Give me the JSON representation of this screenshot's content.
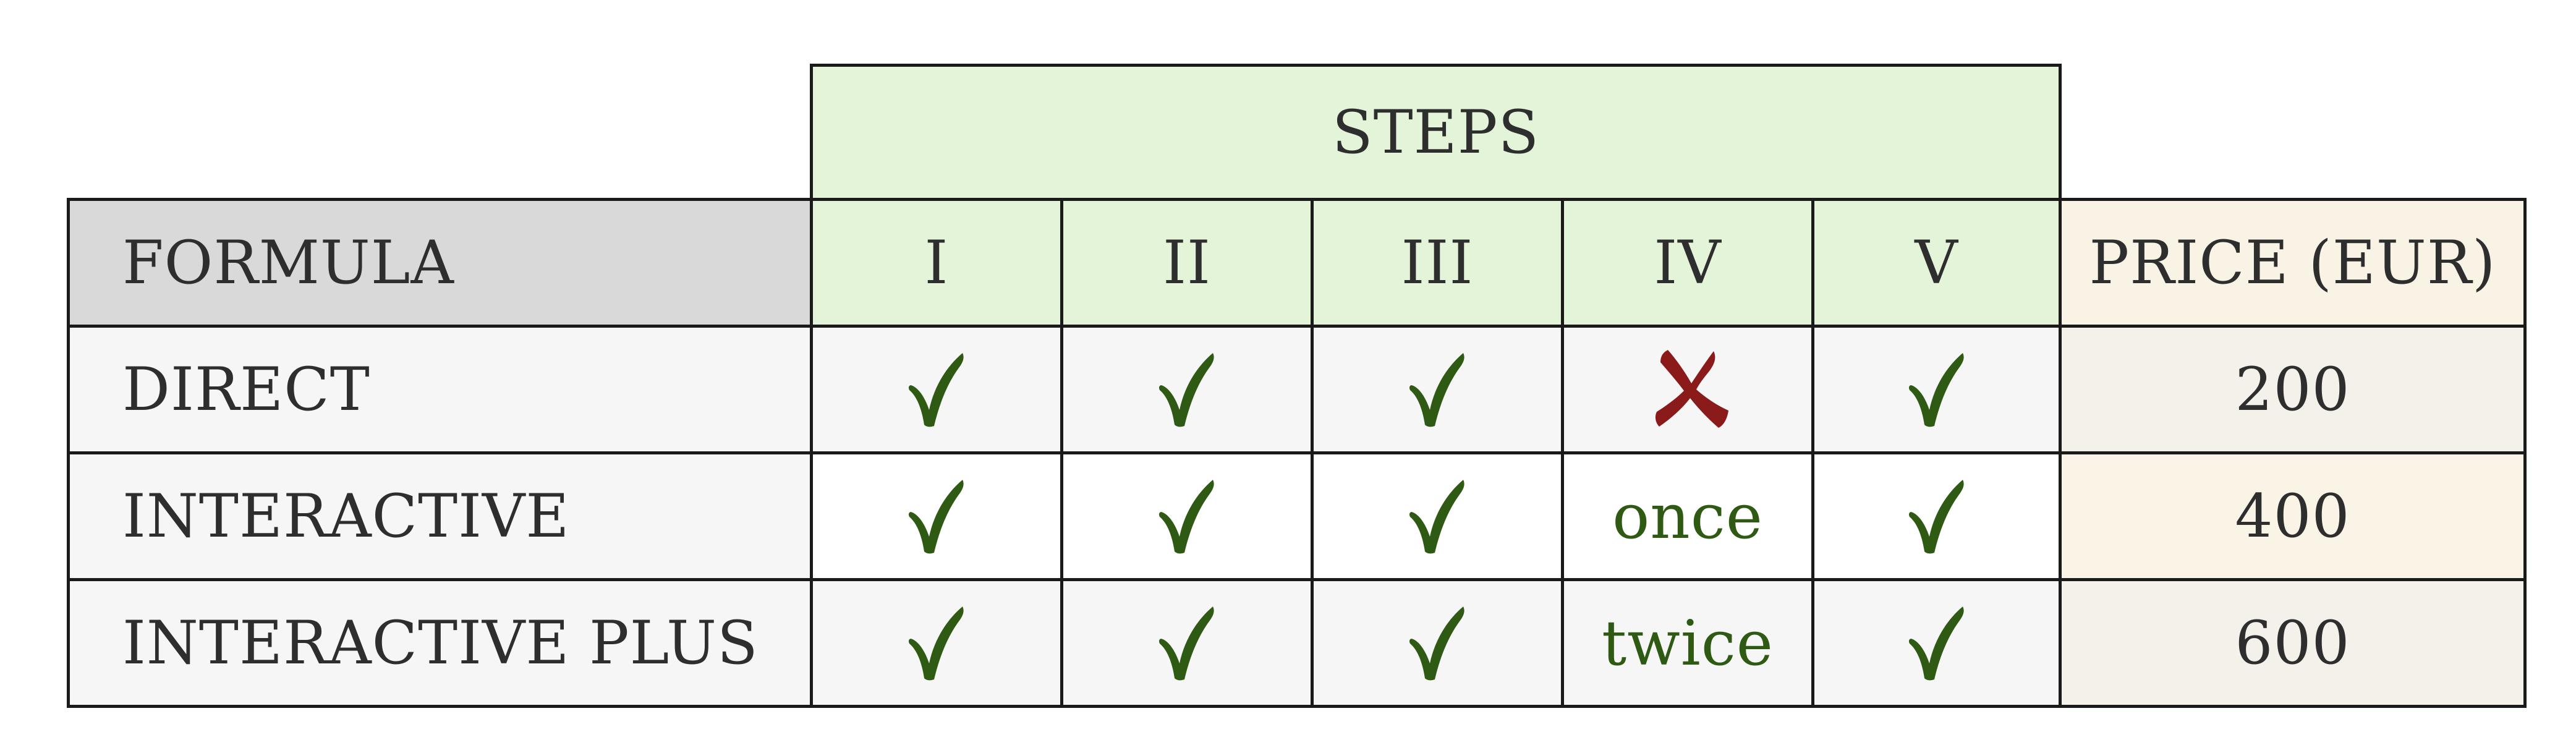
{
  "table": {
    "steps_header": "STEPS",
    "formula_header": "FORMULA",
    "step_headers": [
      "I",
      "II",
      "III",
      "IV",
      "V"
    ],
    "price_header": "PRICE (EUR)",
    "rows": [
      {
        "label": "DIRECT",
        "cells": [
          {
            "type": "icon",
            "icon": "check-icon"
          },
          {
            "type": "icon",
            "icon": "check-icon"
          },
          {
            "type": "icon",
            "icon": "check-icon"
          },
          {
            "type": "icon",
            "icon": "cross-icon"
          },
          {
            "type": "icon",
            "icon": "check-icon"
          }
        ],
        "price": "200"
      },
      {
        "label": "INTERACTIVE",
        "cells": [
          {
            "type": "icon",
            "icon": "check-icon"
          },
          {
            "type": "icon",
            "icon": "check-icon"
          },
          {
            "type": "icon",
            "icon": "check-icon"
          },
          {
            "type": "text",
            "text": "once"
          },
          {
            "type": "icon",
            "icon": "check-icon"
          }
        ],
        "price": "400"
      },
      {
        "label": "INTERACTIVE PLUS",
        "cells": [
          {
            "type": "icon",
            "icon": "check-icon"
          },
          {
            "type": "icon",
            "icon": "check-icon"
          },
          {
            "type": "icon",
            "icon": "check-icon"
          },
          {
            "type": "text",
            "text": "twice"
          },
          {
            "type": "icon",
            "icon": "check-icon"
          }
        ],
        "price": "600"
      }
    ]
  },
  "colors": {
    "check": "#2f5a13",
    "cross": "#8b1a1a",
    "steps_bg": "#e3f4d9",
    "formula_bg": "#d9d9d9",
    "price_bg": "#f8f3e4",
    "border": "#1a1a1a"
  }
}
